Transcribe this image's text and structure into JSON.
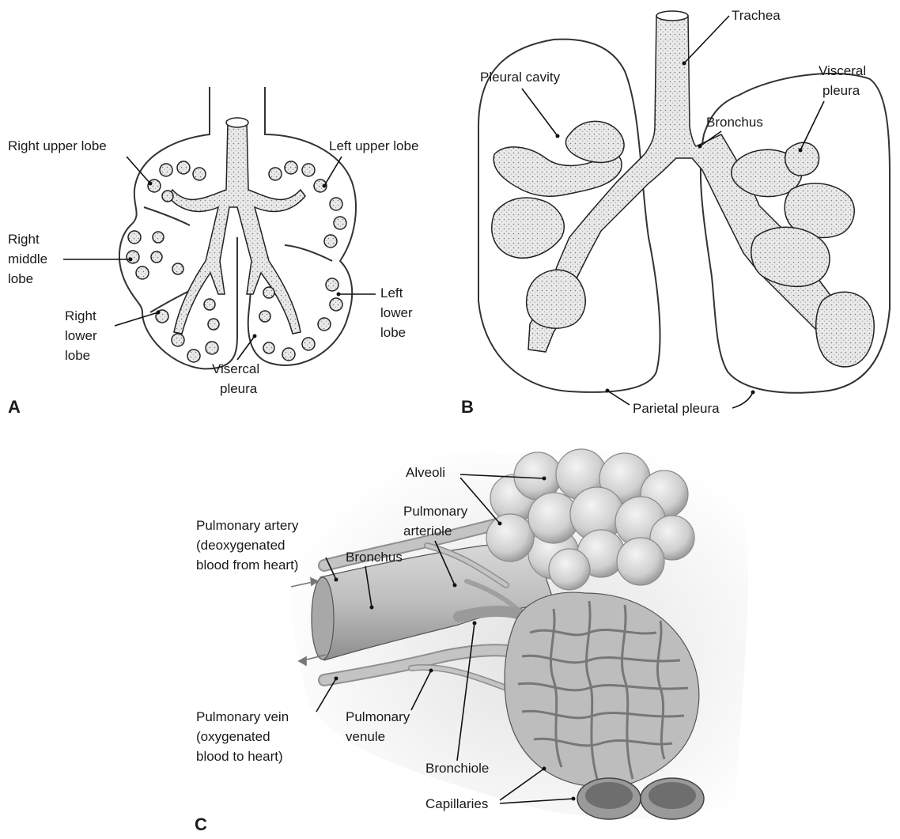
{
  "panels": {
    "a": {
      "letter": "A",
      "labels": {
        "right_upper_lobe": "Right upper lobe",
        "left_upper_lobe": "Left upper lobe",
        "right_middle_lobe": [
          "Right",
          "middle",
          "lobe"
        ],
        "right_lower_lobe": [
          "Right",
          "lower",
          "lobe"
        ],
        "left_lower_lobe": [
          "Left",
          "lower",
          "lobe"
        ],
        "visceral_pleura": [
          "Visercal",
          "pleura"
        ]
      }
    },
    "b": {
      "letter": "B",
      "labels": {
        "trachea": "Trachea",
        "pleural_cavity": "Pleural cavity",
        "bronchus": "Bronchus",
        "visceral_pleura": [
          "Visceral",
          "pleura"
        ],
        "parietal_pleura": "Parietal pleura"
      }
    },
    "c": {
      "letter": "C",
      "labels": {
        "alveoli": "Alveoli",
        "pulmonary_artery": [
          "Pulmonary artery",
          "(deoxygenated",
          "blood from heart)"
        ],
        "pulmonary_arteriole": [
          "Pulmonary",
          "arteriole"
        ],
        "bronchus": "Bronchus",
        "pulmonary_vein": [
          "Pulmonary vein",
          "(oxygenated",
          "blood to heart)"
        ],
        "pulmonary_venule": [
          "Pulmonary",
          "venule"
        ],
        "bronchiole": "Bronchiole",
        "capillaries": "Capillaries"
      }
    }
  },
  "colors": {
    "line": "#111111",
    "tissue_fill": "#cfcfcf",
    "tissue_shade": "#8a8a8a",
    "alveoli_fill": "#d9d9d9",
    "background_c": "#e6e6e6"
  }
}
